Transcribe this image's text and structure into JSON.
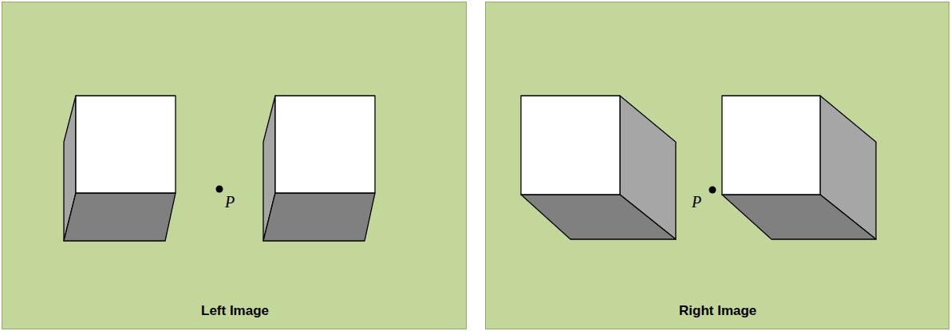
{
  "diagram": {
    "nodes": [
      {
        "text": [
          "Left Image"
        ]
      },
      {
        "text": [
          "Right Image"
        ]
      }
    ],
    "labels": [
      "P",
      "P"
    ]
  }
}
